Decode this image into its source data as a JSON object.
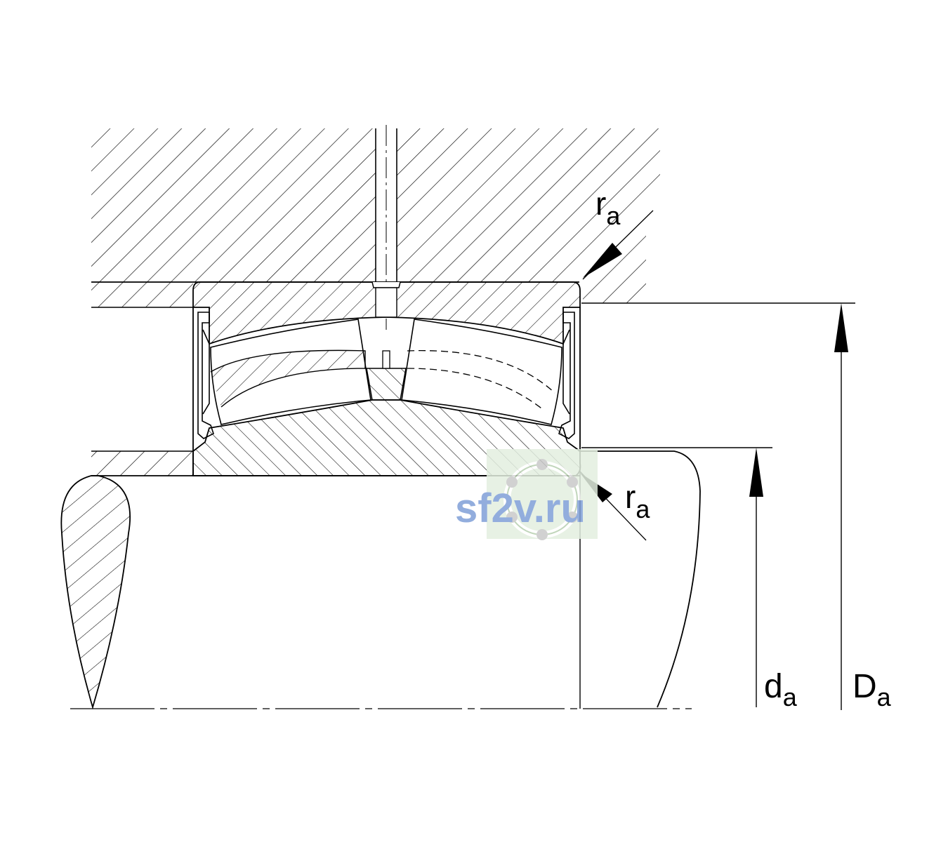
{
  "labels": {
    "ra_top": {
      "main": "r",
      "sub": "a"
    },
    "ra_bottom": {
      "main": "r",
      "sub": "a"
    },
    "da": {
      "main": "d",
      "sub": "a"
    },
    "Da": {
      "main": "D",
      "sub": "a"
    }
  },
  "watermark": {
    "text": "sf2v.ru"
  },
  "colors": {
    "line": "#000000",
    "background": "#ffffff",
    "watermark_text": "#7f9fd8",
    "watermark_bg": "#e3efe0"
  }
}
